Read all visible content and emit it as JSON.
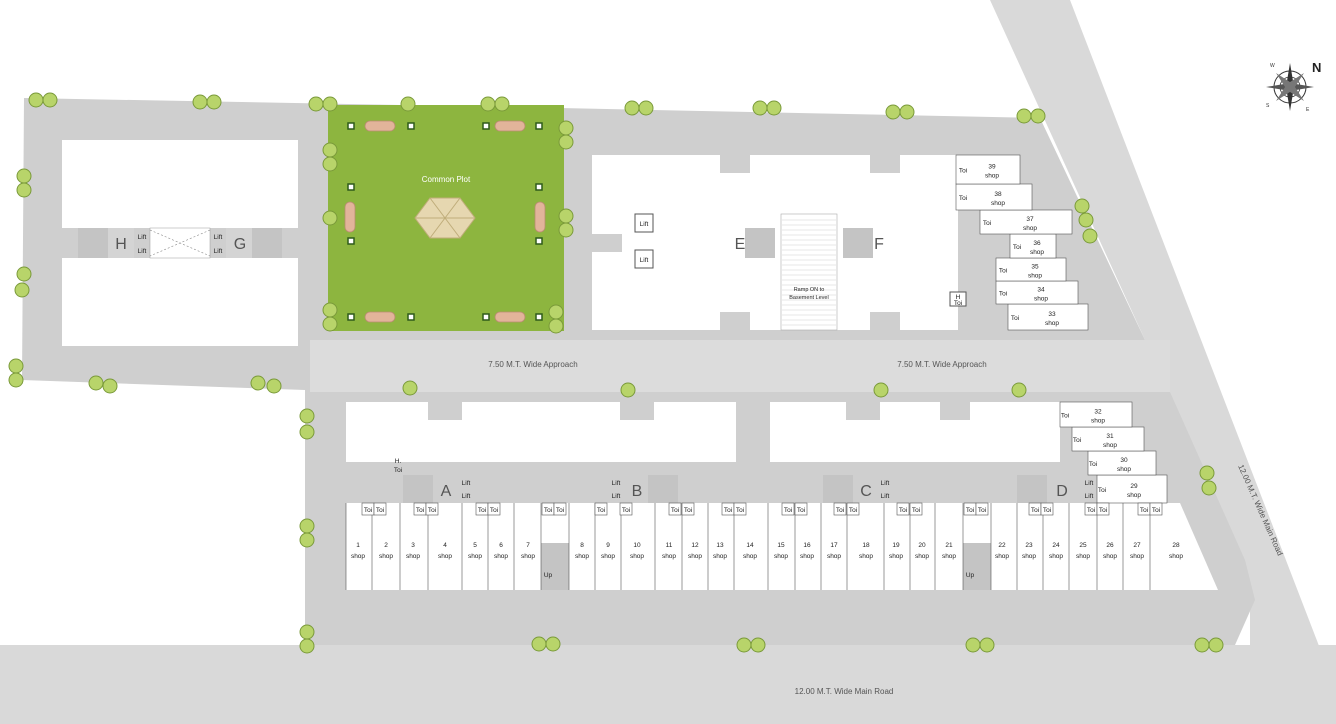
{
  "roads": {
    "approach_left": "7.50 M.T. Wide Approach",
    "approach_right": "7.50 M.T. Wide Approach",
    "main_bottom": "12.00 M.T. Wide Main Road",
    "main_right": "12.00 M.T. Wide Main Road"
  },
  "common_plot": {
    "label": "Common Plot"
  },
  "ramp": {
    "line1": "Ramp ON to",
    "line2": "Basement Level"
  },
  "compass": {
    "north": "N"
  },
  "buildings": {
    "H": "H",
    "G": "G",
    "E": "E",
    "F": "F",
    "A": "A",
    "B": "B",
    "C": "C",
    "D": "D"
  },
  "labels": {
    "lift": "Lift",
    "toi": "Toi",
    "shop": "shop",
    "up": "Up",
    "h": "H",
    "h_dot": "H."
  },
  "bottom_shops": [
    "1",
    "2",
    "3",
    "4",
    "5",
    "6",
    "7",
    "8",
    "9",
    "10",
    "11",
    "12",
    "13",
    "14",
    "15",
    "16",
    "17",
    "18",
    "19",
    "20",
    "21",
    "22",
    "23",
    "24",
    "25",
    "26",
    "27",
    "28"
  ],
  "right_shops_lower": [
    "29",
    "30",
    "31",
    "32"
  ],
  "right_shops_upper": [
    "33",
    "34",
    "35",
    "36",
    "37",
    "38",
    "39"
  ],
  "colors": {
    "road": "#d9d9d9",
    "paving": "#c8c8c8",
    "lawn": "#8db53f",
    "tree": "#b8d46a",
    "building": "#ffffff",
    "stair": "#bdbdbd"
  }
}
